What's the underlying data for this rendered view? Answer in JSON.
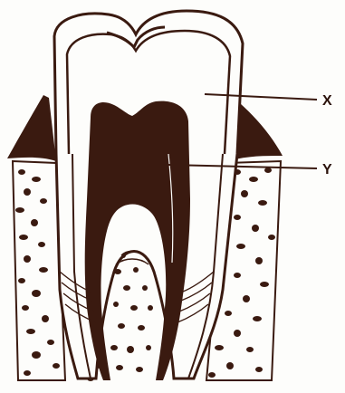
{
  "diagram": {
    "ink_color": "#3a1a10",
    "paper_color": "#fdfdfb",
    "labels": [
      {
        "id": "x",
        "text": "X"
      },
      {
        "id": "y",
        "text": "Y"
      }
    ]
  }
}
